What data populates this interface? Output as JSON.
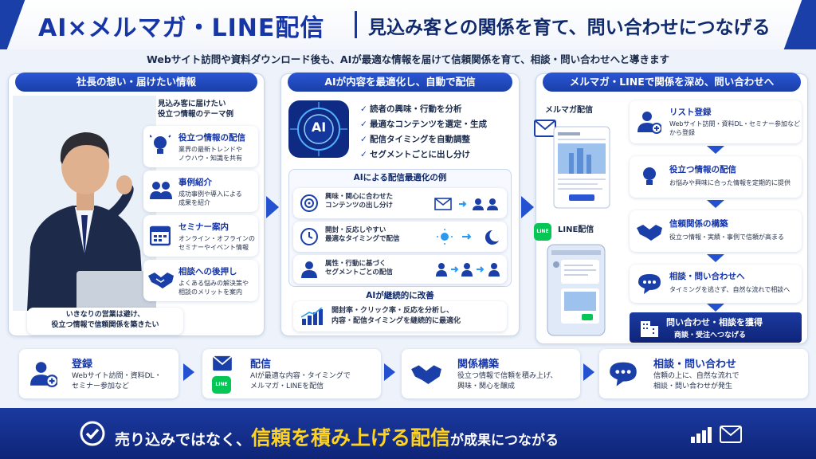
{
  "header": {
    "title": "AI×メルマガ・LINE配信",
    "subtitle": "見込み客との関係を育て、問い合わせにつなげる",
    "lead": "Webサイト訪問や資料ダウンロード後も、AIが最適な情報を届けて信頼関係を育て、相談・問い合わせへと導きます"
  },
  "panel1": {
    "title": "社長の想い・届けたい情報",
    "theme_heading": "見込み客に届けたい\n役立つ情報のテーマ例",
    "items": [
      {
        "title": "役立つ情報の配信",
        "desc": "業界の最新トレンドや\nノウハウ・知識を共有"
      },
      {
        "title": "事例紹介",
        "desc": "成功事例や導入による\n成果を紹介"
      },
      {
        "title": "セミナー案内",
        "desc": "オンライン・オフラインの\nセミナーやイベント情報"
      },
      {
        "title": "相談への後押し",
        "desc": "よくある悩みの解決策や\n相談のメリットを案内"
      }
    ],
    "quote": "いきなりの営業は避け、\n役立つ情報で信頼関係を築きたい"
  },
  "panel2": {
    "title": "AIが内容を最適化し、自動で配信",
    "ai_label": "AI",
    "bullets": [
      "読者の興味・行動を分析",
      "最適なコンテンツを選定・生成",
      "配信タイミングを自動調整",
      "セグメントごとに出し分け"
    ],
    "examples_title": "AIによる配信最適化の例",
    "examples": [
      {
        "text": "興味・関心に合わせた\nコンテンツの出し分け"
      },
      {
        "text": "開封・反応しやすい\n最適なタイミングで配信"
      },
      {
        "text": "属性・行動に基づく\nセグメントごとの配信"
      }
    ],
    "improve_title": "AIが継続的に改善",
    "improve_text": "開封率・クリック率・反応を分析し、\n内容・配信タイミングを継続的に最適化"
  },
  "panel3": {
    "title": "メルマガ・LINEで関係を深め、問い合わせへ",
    "mail_label": "メルマガ配信",
    "line_label": "LINE配信",
    "line_badge": "LINE",
    "steps": [
      {
        "title": "リスト登録",
        "desc": "Webサイト訪問・資料DL・セミナー参加など\nから登録"
      },
      {
        "title": "役立つ情報の配信",
        "desc": "お悩みや興味に合った情報を定期的に提供"
      },
      {
        "title": "信頼関係の構築",
        "desc": "役立つ情報・実績・事例で信頼が高まる"
      },
      {
        "title": "相談・問い合わせへ",
        "desc": "タイミングを逃さず、自然な流れで相談へ"
      }
    ],
    "goal_title": "問い合わせ・相談を獲得",
    "goal_desc": "商談・受注へつなげる"
  },
  "flow": [
    {
      "title": "登録",
      "desc": "Webサイト訪問・資料DL・\nセミナー参加など"
    },
    {
      "title": "配信",
      "desc": "AIが最適な内容・タイミングで\nメルマガ・LINEを配信"
    },
    {
      "title": "関係構築",
      "desc": "役立つ情報で信頼を積み上げ、\n興味・関心を醸成"
    },
    {
      "title": "相談・問い合わせ",
      "desc": "信頼の上に、自然な流れで\n相談・問い合わせが発生"
    }
  ],
  "footer": {
    "pre": "売り込みではなく、",
    "highlight": "信頼を積み上げる配信",
    "post": "が成果につながる"
  },
  "colors": {
    "primary": "#1a3fa8",
    "accent": "#ffd21f",
    "bg": "#eef3fb",
    "line_green": "#06c755"
  }
}
